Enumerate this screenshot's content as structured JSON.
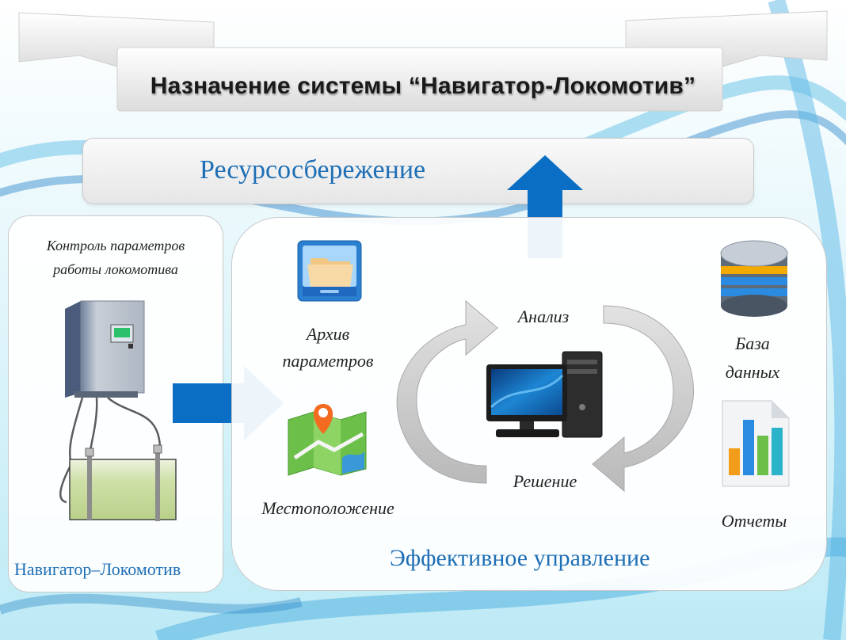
{
  "slide": {
    "title": "Назначение системы “Навигатор-Локомотив”",
    "top_goal": "Ресурсосбережение",
    "left_panel": {
      "caption_line1": "Контроль параметров",
      "caption_line2": "работы локомотива",
      "footer": "Навигатор–Локомотив"
    },
    "main_panel": {
      "archive_line1": "Архив",
      "archive_line2": "параметров",
      "location": "Местоположение",
      "analysis": "Анализ",
      "decision": "Решение",
      "database_line1": "База",
      "database_line2": "данных",
      "reports": "Отчеты",
      "footer": "Эффективное управление"
    }
  },
  "colors": {
    "accent_blue": "#1e6fb5",
    "arrow_blue": "#0a6fc4",
    "cycle_gray": "#c8c8c8"
  },
  "icons": [
    "folder-archive-icon",
    "map-pin-icon",
    "computer-icon",
    "database-icon",
    "report-chart-icon",
    "locomotive-sensor-device-icon"
  ]
}
